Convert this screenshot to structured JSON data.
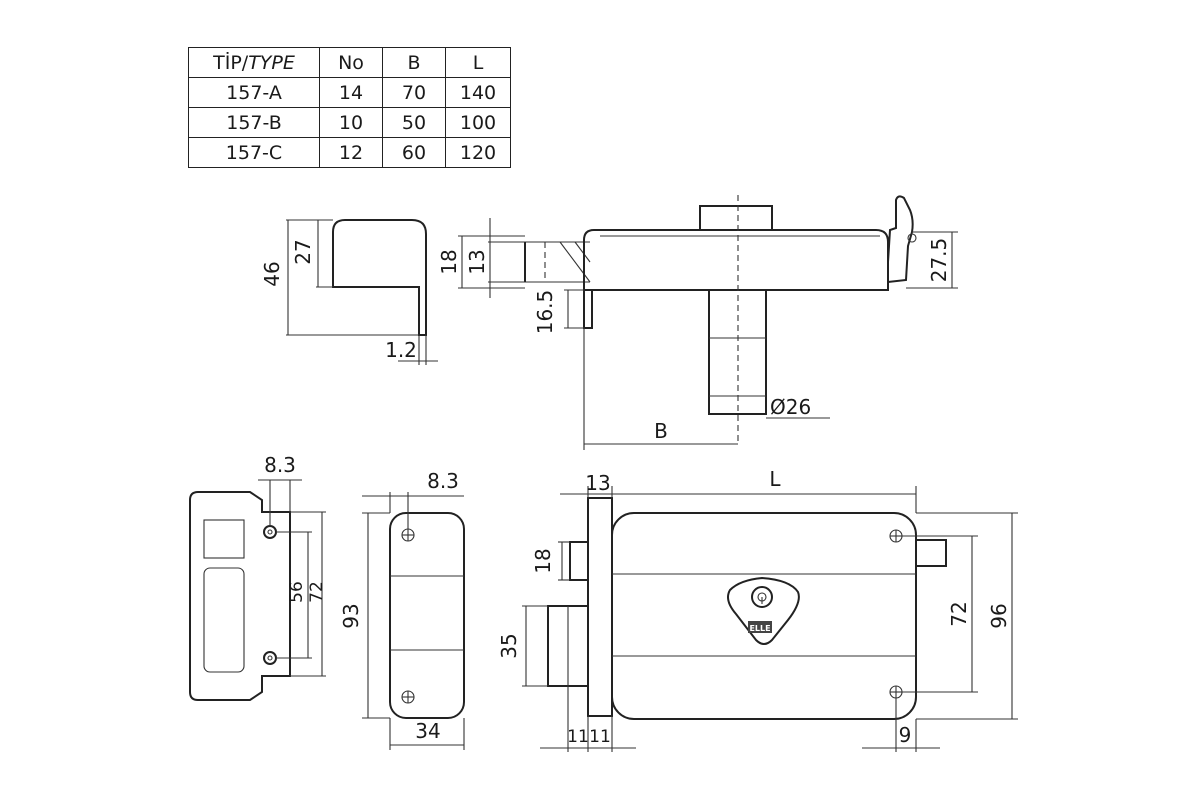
{
  "table": {
    "headers": {
      "type_main": "TİP/",
      "type_italic": "TYPE",
      "no": "No",
      "b": "B",
      "l": "L"
    },
    "rows": [
      {
        "type": "157-A",
        "no": "14",
        "b": "70",
        "l": "140"
      },
      {
        "type": "157-B",
        "no": "10",
        "b": "50",
        "l": "100"
      },
      {
        "type": "157-C",
        "no": "12",
        "b": "60",
        "l": "120"
      }
    ]
  },
  "dimensions": {
    "strike_side_height": "46",
    "strike_side_cap": "27",
    "strike_side_thickness": "1.2",
    "bolt_outer": "18",
    "bolt_inner": "13",
    "bolt_offset": "16.5",
    "cylinder_diameter": "Ø26",
    "b_label": "B",
    "right_height": "27.5",
    "plate_offset": "8.3",
    "hole_spacing": "56",
    "plate_height": "72",
    "keeper_offset": "8.3",
    "keeper_height": "93",
    "keeper_width": "34",
    "front_flange": "13",
    "l_label": "L",
    "front_latch": "18",
    "front_bolt": "35",
    "front_gap_a": "11",
    "front_gap_b": "11",
    "front_hole_spacing": "72",
    "front_height": "96",
    "front_edge": "9"
  },
  "brand_badge": "ELLE"
}
